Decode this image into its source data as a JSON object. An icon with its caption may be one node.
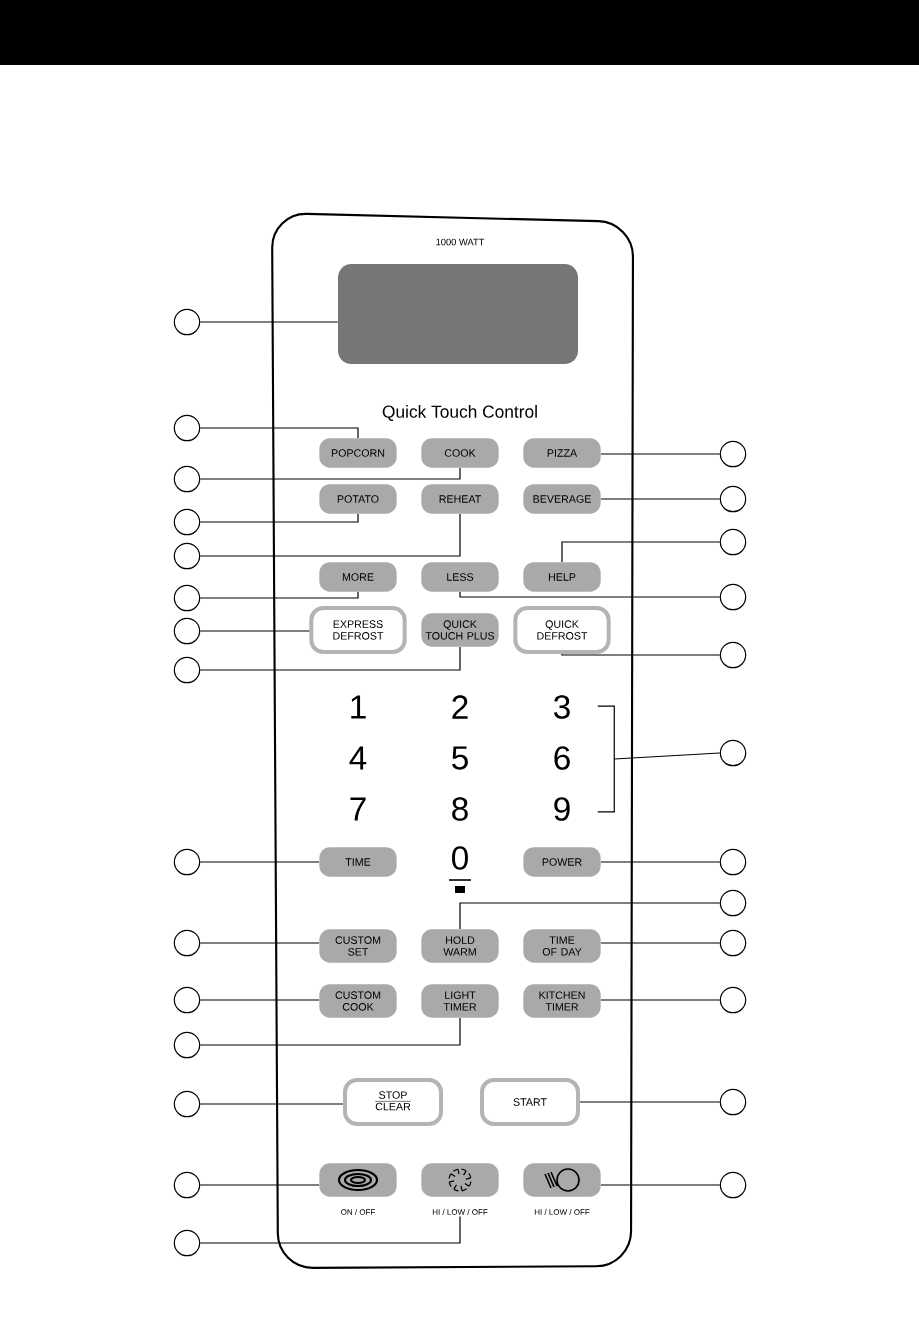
{
  "diagram": {
    "nodes": [
      {
        "text": [],
        "shape": "box"
      },
      {
        "text": [
          "POPCORN"
        ]
      },
      {
        "text": [
          "COOK"
        ]
      },
      {
        "text": [
          "PIZZA"
        ]
      },
      {
        "text": [
          "POTATO"
        ]
      },
      {
        "text": [
          "REHEAT"
        ]
      },
      {
        "text": [
          "BEVERAGE"
        ]
      },
      {
        "text": [
          "MORE"
        ]
      },
      {
        "text": [
          "LESS"
        ]
      },
      {
        "text": [
          "HELP"
        ]
      },
      {
        "text": [
          "EXPRESS DEFROST"
        ]
      },
      {
        "text": [
          "QUICK TOUCH PLUS"
        ]
      },
      {
        "text": [
          "QUICK DEFROST"
        ]
      },
      {
        "text": [
          "TIME"
        ]
      },
      {
        "text": [
          "POWER"
        ]
      },
      {
        "text": [
          "CUSTOM SET"
        ]
      },
      {
        "text": [
          "HOLD WARM"
        ]
      },
      {
        "text": [
          "TIME OF DAY"
        ]
      },
      {
        "text": [
          "CUSTOM COOK"
        ]
      },
      {
        "text": [
          "LIGHT TIMER"
        ]
      },
      {
        "text": [
          "KITCHEN TIMER"
        ]
      },
      {
        "text": [
          "STOP",
          "CLEAR"
        ]
      },
      {
        "text": [
          "START"
        ]
      },
      {
        "text": [],
        "shape": "box",
        "beside": [
          "ON / OFF"
        ]
      },
      {
        "text": [],
        "shape": "box",
        "beside": [
          "HI / LOW / OFF"
        ]
      },
      {
        "text": [],
        "shape": "box",
        "beside": [
          "HI / LOW / OFF"
        ]
      },
      {
        "text": [],
        "shape": "circle"
      },
      {
        "text": [],
        "shape": "circle"
      },
      {
        "text": [],
        "shape": "circle"
      },
      {
        "text": [],
        "shape": "circle"
      },
      {
        "text": [],
        "shape": "circle"
      },
      {
        "text": [],
        "shape": "circle"
      },
      {
        "text": [],
        "shape": "circle"
      },
      {
        "text": [],
        "shape": "circle"
      },
      {
        "text": [],
        "shape": "circle"
      },
      {
        "text": [],
        "shape": "circle"
      },
      {
        "text": [],
        "shape": "circle"
      },
      {
        "text": [],
        "shape": "circle"
      },
      {
        "text": [],
        "shape": "circle"
      },
      {
        "text": [],
        "shape": "circle"
      },
      {
        "text": [],
        "shape": "circle"
      },
      {
        "text": [],
        "shape": "circle"
      },
      {
        "text": [],
        "shape": "circle"
      },
      {
        "text": [],
        "shape": "circle"
      },
      {
        "text": [],
        "shape": "circle"
      },
      {
        "text": [],
        "shape": "circle"
      },
      {
        "text": [],
        "shape": "circle"
      },
      {
        "text": [],
        "shape": "circle"
      },
      {
        "text": [],
        "shape": "circle"
      },
      {
        "text": [],
        "shape": "circle"
      },
      {
        "text": [],
        "shape": "circle"
      },
      {
        "text": [],
        "shape": "circle"
      },
      {
        "text": [],
        "shape": "circle"
      },
      {
        "text": [],
        "shape": "bracket"
      }
    ],
    "edges": [
      {
        "from": 26,
        "to": 0,
        "arrow": "none"
      },
      {
        "from": 27,
        "to": 1,
        "arrow": "none"
      },
      {
        "from": 28,
        "to": 2,
        "arrow": "none"
      },
      {
        "from": 29,
        "to": 4,
        "arrow": "none"
      },
      {
        "from": 30,
        "to": 5,
        "arrow": "none"
      },
      {
        "from": 31,
        "to": 7,
        "arrow": "none"
      },
      {
        "from": 32,
        "to": 10,
        "arrow": "none"
      },
      {
        "from": 33,
        "to": 11,
        "arrow": "none"
      },
      {
        "from": 34,
        "to": 13,
        "arrow": "none"
      },
      {
        "from": 35,
        "to": 15,
        "arrow": "none"
      },
      {
        "from": 36,
        "to": 18,
        "arrow": "none"
      },
      {
        "from": 37,
        "to": 19,
        "arrow": "none"
      },
      {
        "from": 38,
        "to": 21,
        "arrow": "none"
      },
      {
        "from": 39,
        "to": 23,
        "arrow": "none"
      },
      {
        "from": 40,
        "to": 24,
        "arrow": "none"
      },
      {
        "from": 41,
        "to": 3,
        "arrow": "none"
      },
      {
        "from": 42,
        "to": 6,
        "arrow": "none"
      },
      {
        "from": 43,
        "to": 9,
        "arrow": "none"
      },
      {
        "from": 44,
        "to": 8,
        "arrow": "none"
      },
      {
        "from": 45,
        "to": 12,
        "arrow": "none"
      },
      {
        "from": 46,
        "to": 53,
        "arrow": "none"
      },
      {
        "from": 47,
        "to": 14,
        "arrow": "none"
      },
      {
        "from": 48,
        "to": 16,
        "arrow": "none"
      },
      {
        "from": 49,
        "to": 17,
        "arrow": "none"
      },
      {
        "from": 50,
        "to": 20,
        "arrow": "none"
      },
      {
        "from": 51,
        "to": 22,
        "arrow": "none"
      },
      {
        "from": 52,
        "to": 25,
        "arrow": "none"
      }
    ],
    "labels": [
      "1000 WATT",
      "Quick Touch Control",
      "1",
      "2",
      "3",
      "4",
      "5",
      "6",
      "7",
      "8",
      "9",
      "0"
    ]
  }
}
